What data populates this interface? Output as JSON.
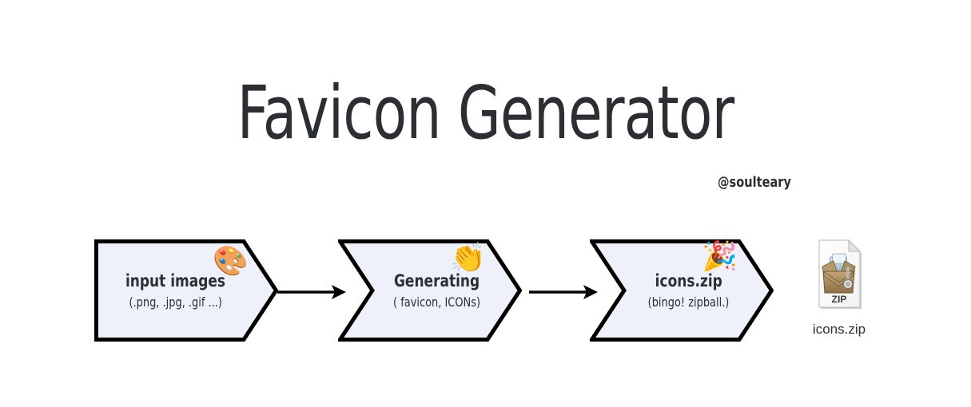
{
  "header": {
    "title": "Favicon Generator",
    "author_handle": "@soulteary"
  },
  "flow": {
    "stages": [
      {
        "id": "input-images",
        "title": "input images",
        "subtitle": "(.png, .jpg, .gif ...)",
        "emoji": "🎨",
        "emoji_name": "artist-palette-emoji",
        "shape": "arrow-flat-left"
      },
      {
        "id": "generating",
        "title": "Generating",
        "subtitle": "( favicon, ICONs)",
        "emoji": "👏",
        "emoji_name": "clapping-hands-emoji",
        "shape": "chevron"
      },
      {
        "id": "icons-zip",
        "title": "icons.zip",
        "subtitle": "(bingo! zipball.)",
        "emoji": "🎉",
        "emoji_name": "party-popper-emoji",
        "shape": "chevron"
      }
    ],
    "connectors": [
      {
        "id": "connector-1",
        "from": "input-images",
        "to": "generating",
        "style": "arrow-right"
      },
      {
        "id": "connector-2",
        "from": "generating",
        "to": "icons-zip",
        "style": "arrow-right"
      }
    ]
  },
  "artifact": {
    "file_name": "icons.zip",
    "icon_badge_text": "ZIP",
    "icon_kind": "zip-archive-document"
  },
  "colors": {
    "background": "#ffffff",
    "shape_fill": "#eef0fa",
    "shape_stroke": "#000000",
    "text": "#2c2f33",
    "title_text": "#2b2e33",
    "zip_box": "#a88a5e",
    "zip_paper": "#b9cbd8"
  }
}
